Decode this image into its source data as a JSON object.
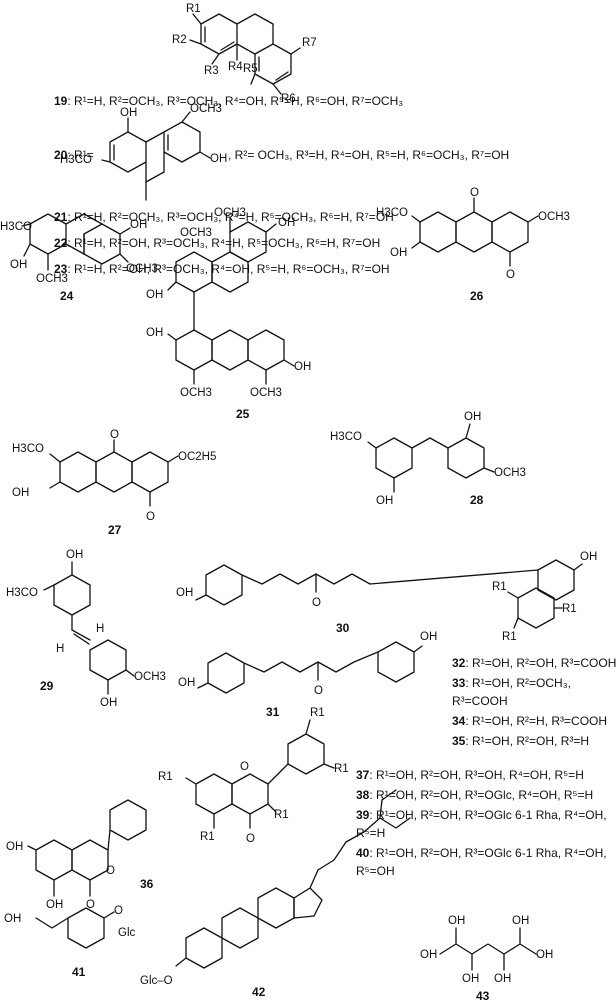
{
  "general": {
    "r_labels": [
      "R1",
      "R2",
      "R3",
      "R4",
      "R5",
      "R6",
      "R7"
    ]
  },
  "compounds": [
    {
      "id": "19",
      "desc": "R¹=H, R²=OCH₃, R³=OCH₃, R⁴=OH, R⁵=H, R⁶=OH, R⁷=OCH₃"
    },
    {
      "id": "20",
      "desc_a": "R¹=",
      "desc_b": ", R²= OCH₃, R³=H, R⁴=OH, R⁵=H, R⁶=OCH₃, R⁷=OH"
    },
    {
      "id": "21",
      "desc": "R¹=H, R²=OCH₃, R³=OCH₃, R⁴=H, R⁵=OCH₃, R⁶=H, R⁷=OH"
    },
    {
      "id": "22",
      "desc": "R¹=H,   R²=OH, R³=OCH₃, R⁴=H, R⁵=OCH₃, R⁶=H, R⁷=OH"
    },
    {
      "id": "23",
      "desc": "R¹=H, R²=OH, R³=OCH₃, R⁴=OH, R⁵=H, R⁶=OCH₃, R⁷=OH"
    },
    {
      "id": "24"
    },
    {
      "id": "25"
    },
    {
      "id": "26"
    },
    {
      "id": "27"
    },
    {
      "id": "28"
    },
    {
      "id": "29"
    },
    {
      "id": "30"
    },
    {
      "id": "31"
    },
    {
      "id": "32",
      "desc": "R¹=OH, R²=OH, R³=COOH"
    },
    {
      "id": "33",
      "desc": "R¹=OH, R²=OCH₃,",
      "desc2": "R³=COOH"
    },
    {
      "id": "34",
      "desc": "R¹=OH, R²=H, R³=COOH"
    },
    {
      "id": "35",
      "desc": "R¹=OH, R²=OH, R³=H"
    },
    {
      "id": "36"
    },
    {
      "id": "37",
      "desc": "R¹=OH, R²=OH, R³=OH, R⁴=OH, R⁵=H"
    },
    {
      "id": "38",
      "desc": "R¹=OH, R²=OH, R³=OGlc, R⁴=OH, R⁵=H"
    },
    {
      "id": "39",
      "desc": "R¹=OH, R²=OH, R³=OGlc 6-1 Rha, R⁴=OH,",
      "desc2": "R⁵=H"
    },
    {
      "id": "40",
      "desc": "R¹=OH, R²=OH, R³=OGlc 6-1 Rha, R⁴=OH,",
      "desc2": "R⁵=OH"
    },
    {
      "id": "41"
    },
    {
      "id": "42"
    },
    {
      "id": "43"
    }
  ],
  "atoms": {
    "OH": "OH",
    "OCH3": "OCH3",
    "H3CO": "H3CO",
    "O": "O",
    "OC2H5": "OC2H5",
    "H": "H",
    "Glc": "Glc",
    "GlcO": "Glc–O",
    "R1": "R1",
    "R_1": "R1"
  }
}
